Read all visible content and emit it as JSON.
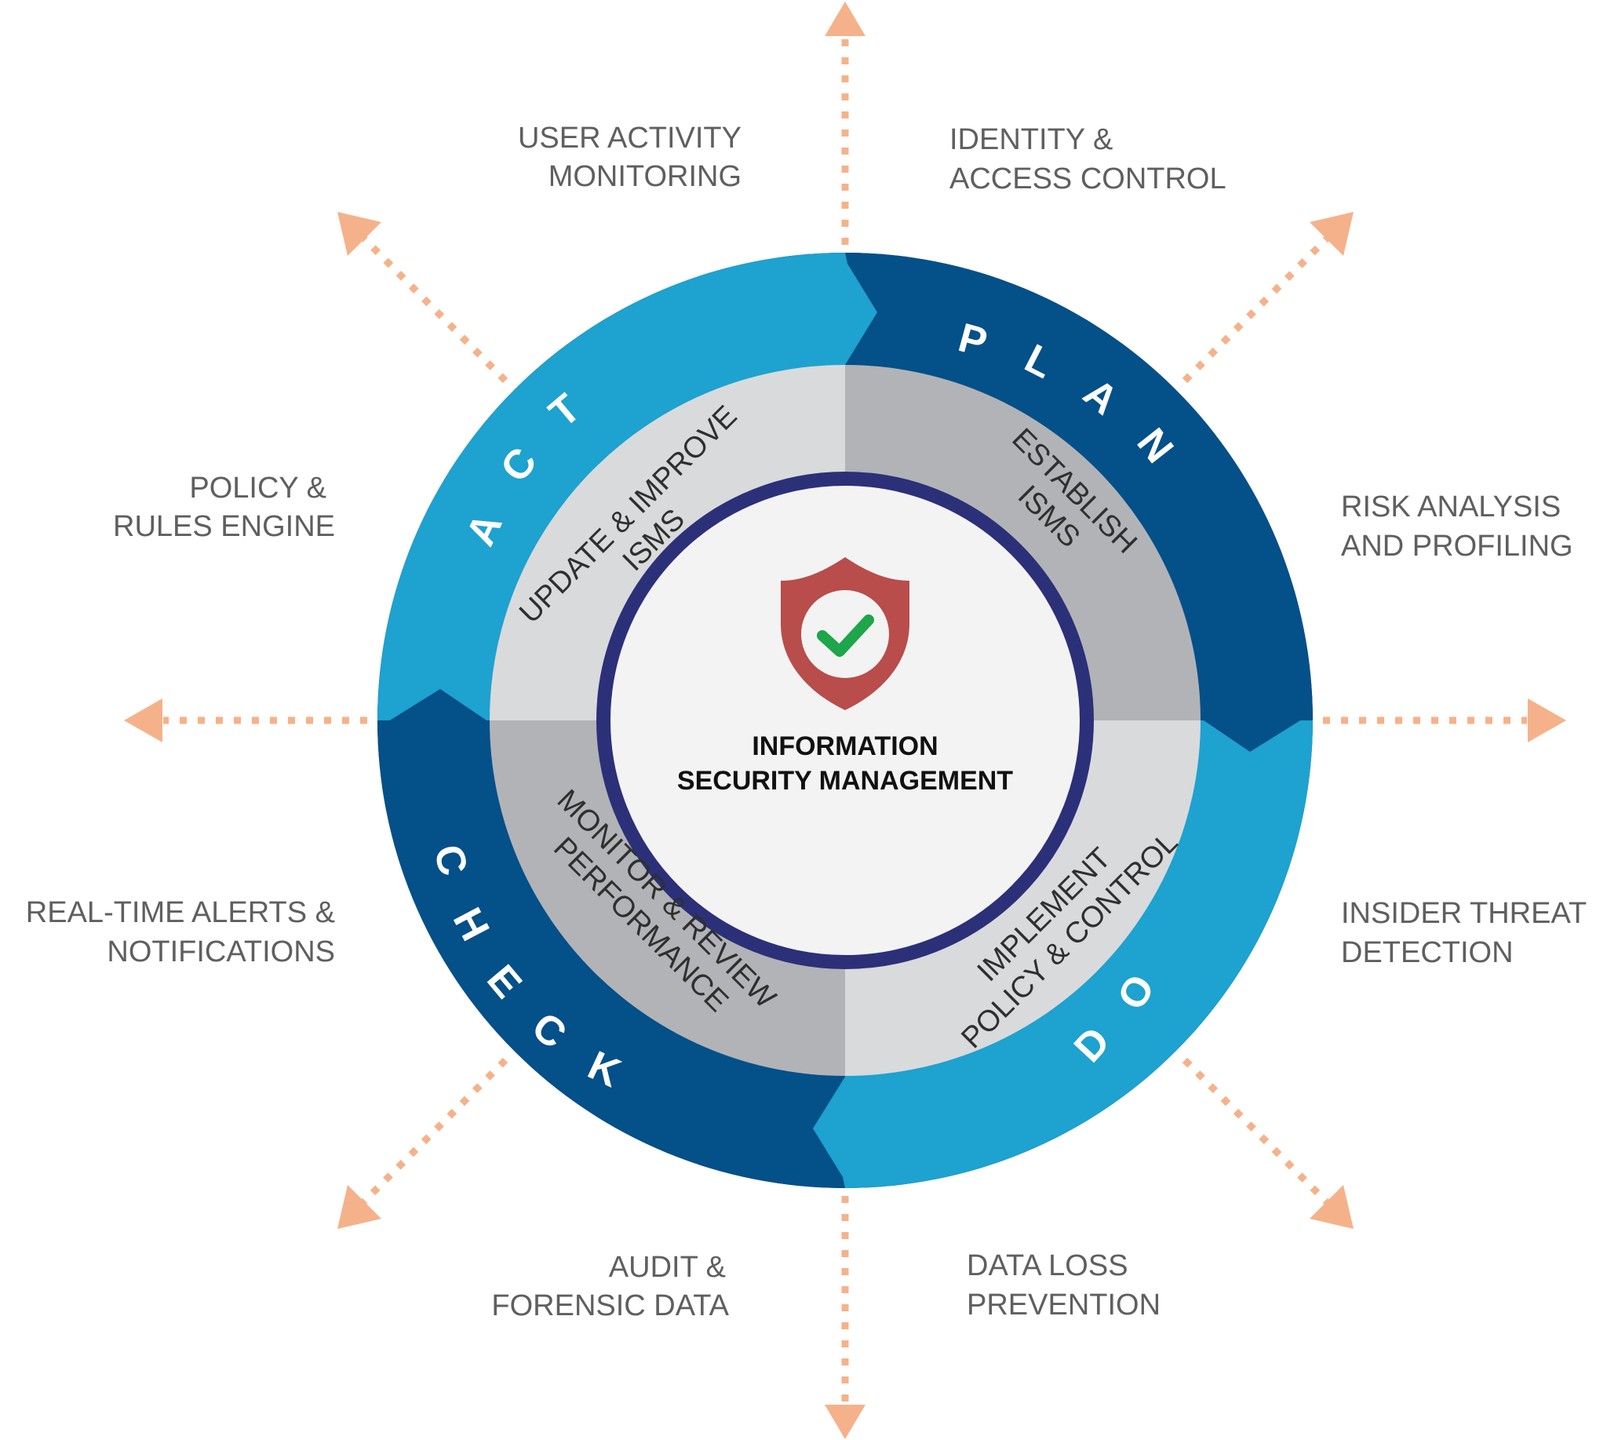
{
  "center": {
    "title_line1": "INFORMATION",
    "title_line2": "SECURITY MANAGEMENT",
    "icon": "shield-check-icon"
  },
  "phases": {
    "plan": "PLAN",
    "do": "DO",
    "check": "CHECK",
    "act": "ACT"
  },
  "steps": {
    "plan": [
      "ESTABLISH",
      "ISMS"
    ],
    "do": [
      "IMPLEMENT",
      "POLICY & CONTROL"
    ],
    "check": [
      "MONITOR & REVIEW",
      "PERFORMANCE"
    ],
    "act": [
      "UPDATE & IMPROVE",
      "ISMS"
    ]
  },
  "capabilities": {
    "user_activity": [
      "USER ACTIVITY",
      "MONITORING"
    ],
    "identity_access": [
      "IDENTITY &",
      "ACCESS CONTROL"
    ],
    "policy_rules": [
      "POLICY &",
      "RULES ENGINE"
    ],
    "risk_analysis": [
      "RISK ANALYSIS",
      "AND PROFILING"
    ],
    "realtime_alerts": [
      "REAL-TIME ALERTS &",
      "NOTIFICATIONS"
    ],
    "insider_threat": [
      "INSIDER THREAT",
      "DETECTION"
    ],
    "audit_forensic": [
      "AUDIT &",
      "FORENSIC DATA"
    ],
    "data_loss": [
      "DATA LOSS",
      "PREVENTION"
    ]
  },
  "colors": {
    "ring_border": "#2b3078",
    "dark_blue": "#045089",
    "light_blue": "#1ea2cf",
    "gray_dark": "#b2b3b6",
    "gray_light": "#d9dadc",
    "center_fill": "#f3f3f4",
    "arrow": "#f5b28a",
    "shield": "#b84d4b",
    "check": "#1fa54a"
  }
}
